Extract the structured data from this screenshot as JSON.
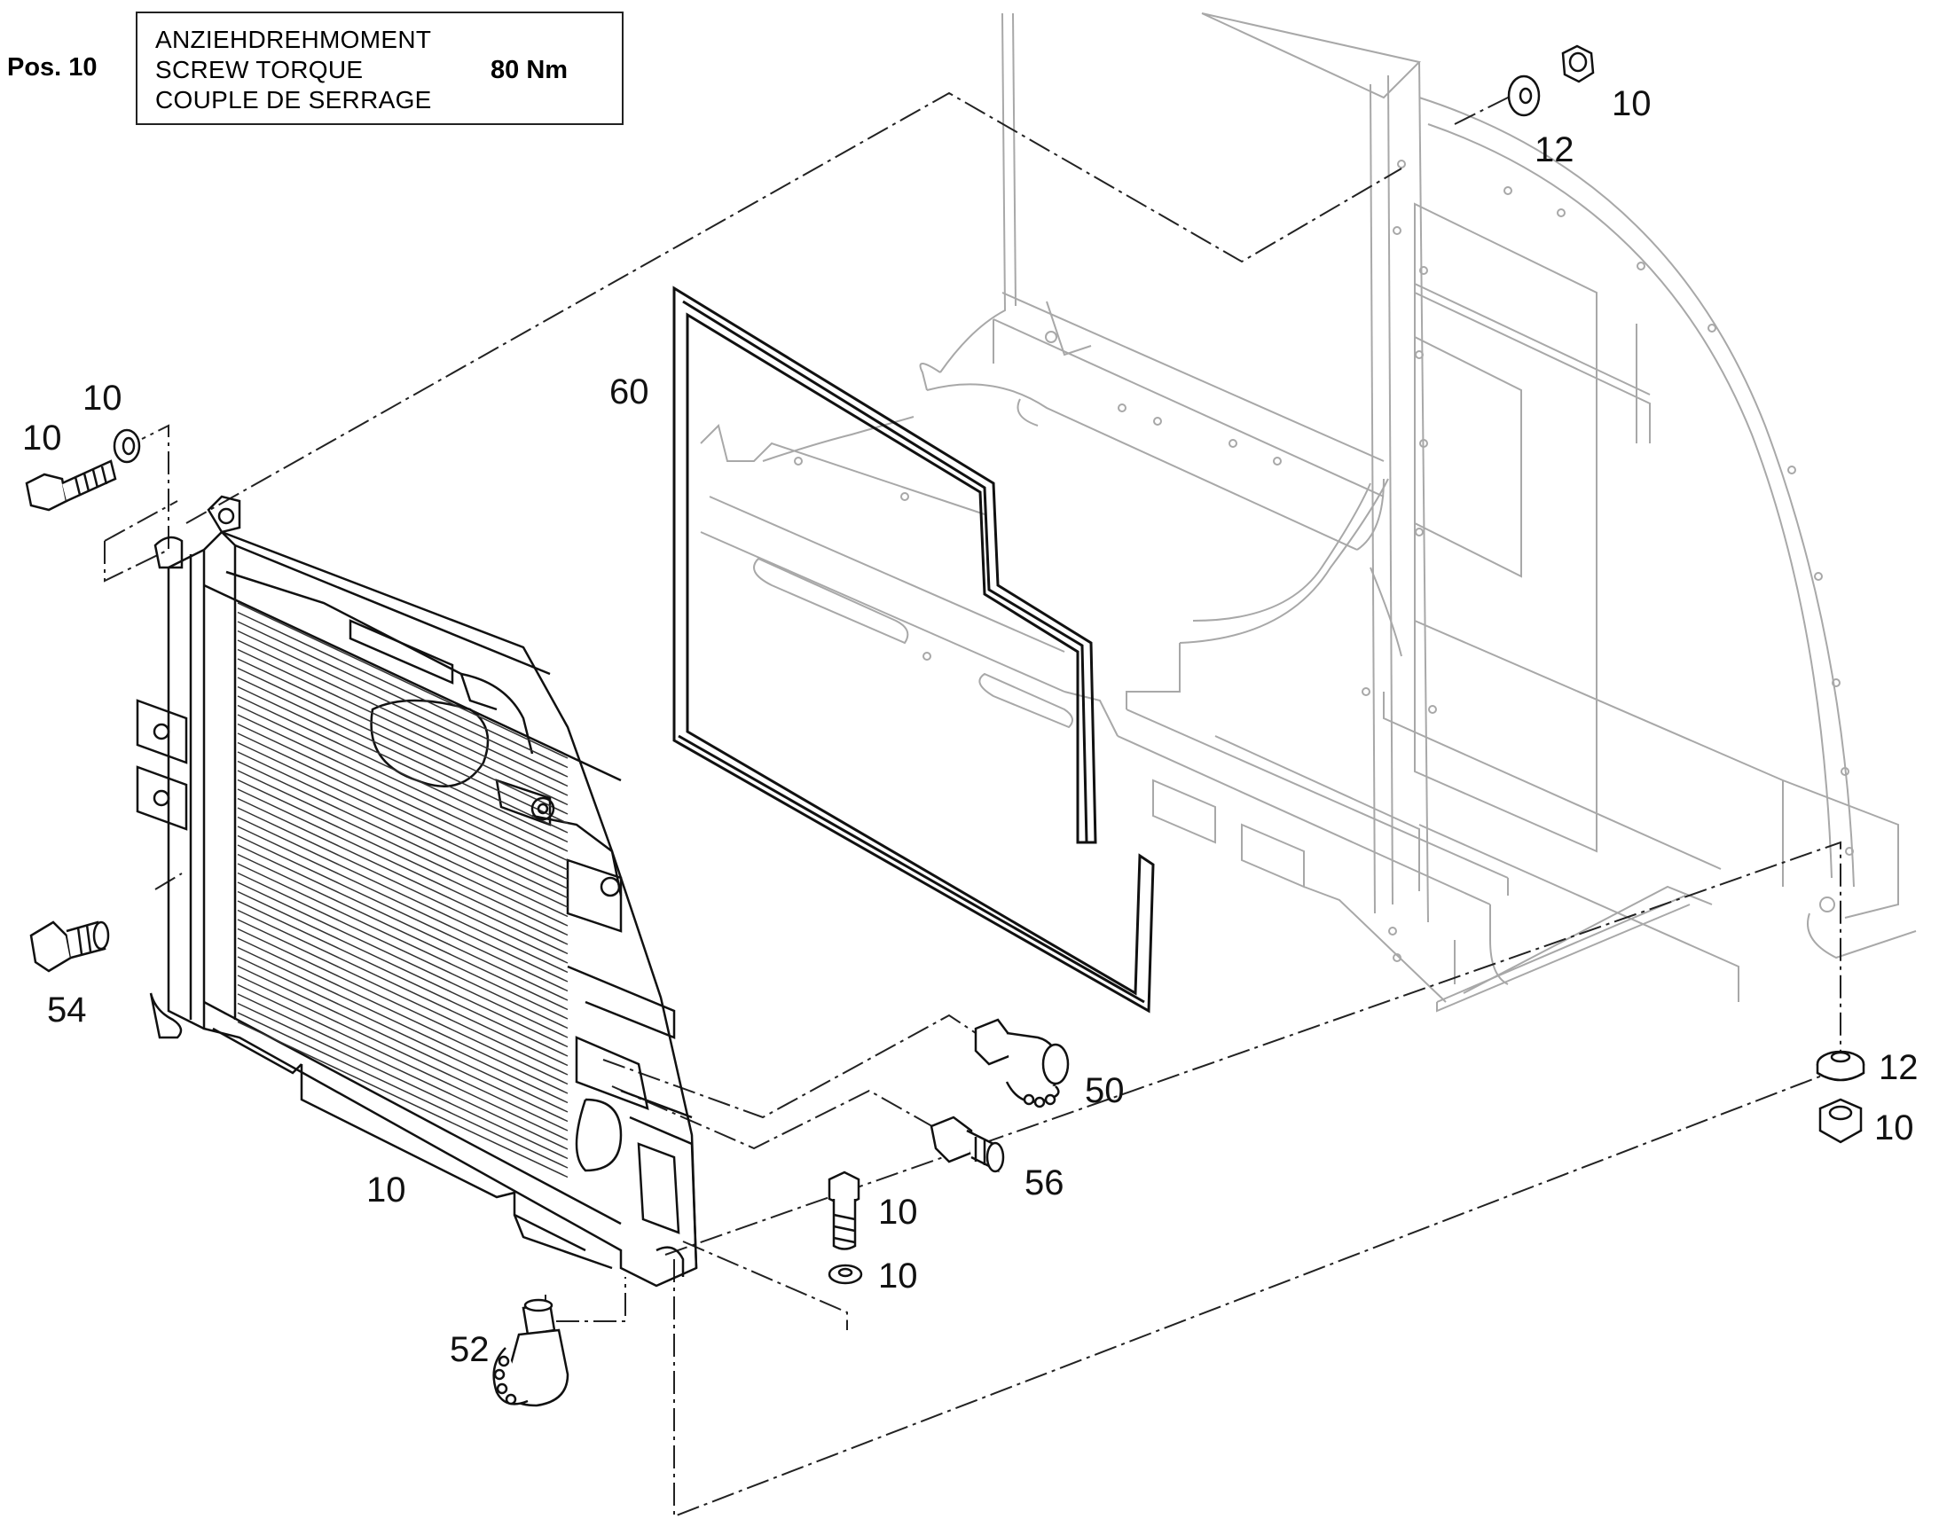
{
  "header": {
    "position_label": "Pos. 10",
    "torque_lines": [
      "ANZIEHDREHMOMENT",
      "SCREW TORQUE",
      "COUPLE DE SERRAGE"
    ],
    "torque_value": "80  Nm"
  },
  "callouts": [
    {
      "id": "c-10-nut-top",
      "text": "10"
    },
    {
      "id": "c-12-washer-top",
      "text": "12"
    },
    {
      "id": "c-10-washer-left",
      "text": "10"
    },
    {
      "id": "c-10-bolt-left",
      "text": "10"
    },
    {
      "id": "c-60-gasket",
      "text": "60"
    },
    {
      "id": "c-54-fitting",
      "text": "54"
    },
    {
      "id": "c-50-cap",
      "text": "50"
    },
    {
      "id": "c-56-fitting",
      "text": "56"
    },
    {
      "id": "c-10-radiator",
      "text": "10"
    },
    {
      "id": "c-10-bolt-bottom",
      "text": "10"
    },
    {
      "id": "c-10-washer-bottom",
      "text": "10"
    },
    {
      "id": "c-52-cap",
      "text": "52"
    },
    {
      "id": "c-12-washer-right",
      "text": "12"
    },
    {
      "id": "c-10-nut-right",
      "text": "10"
    }
  ]
}
